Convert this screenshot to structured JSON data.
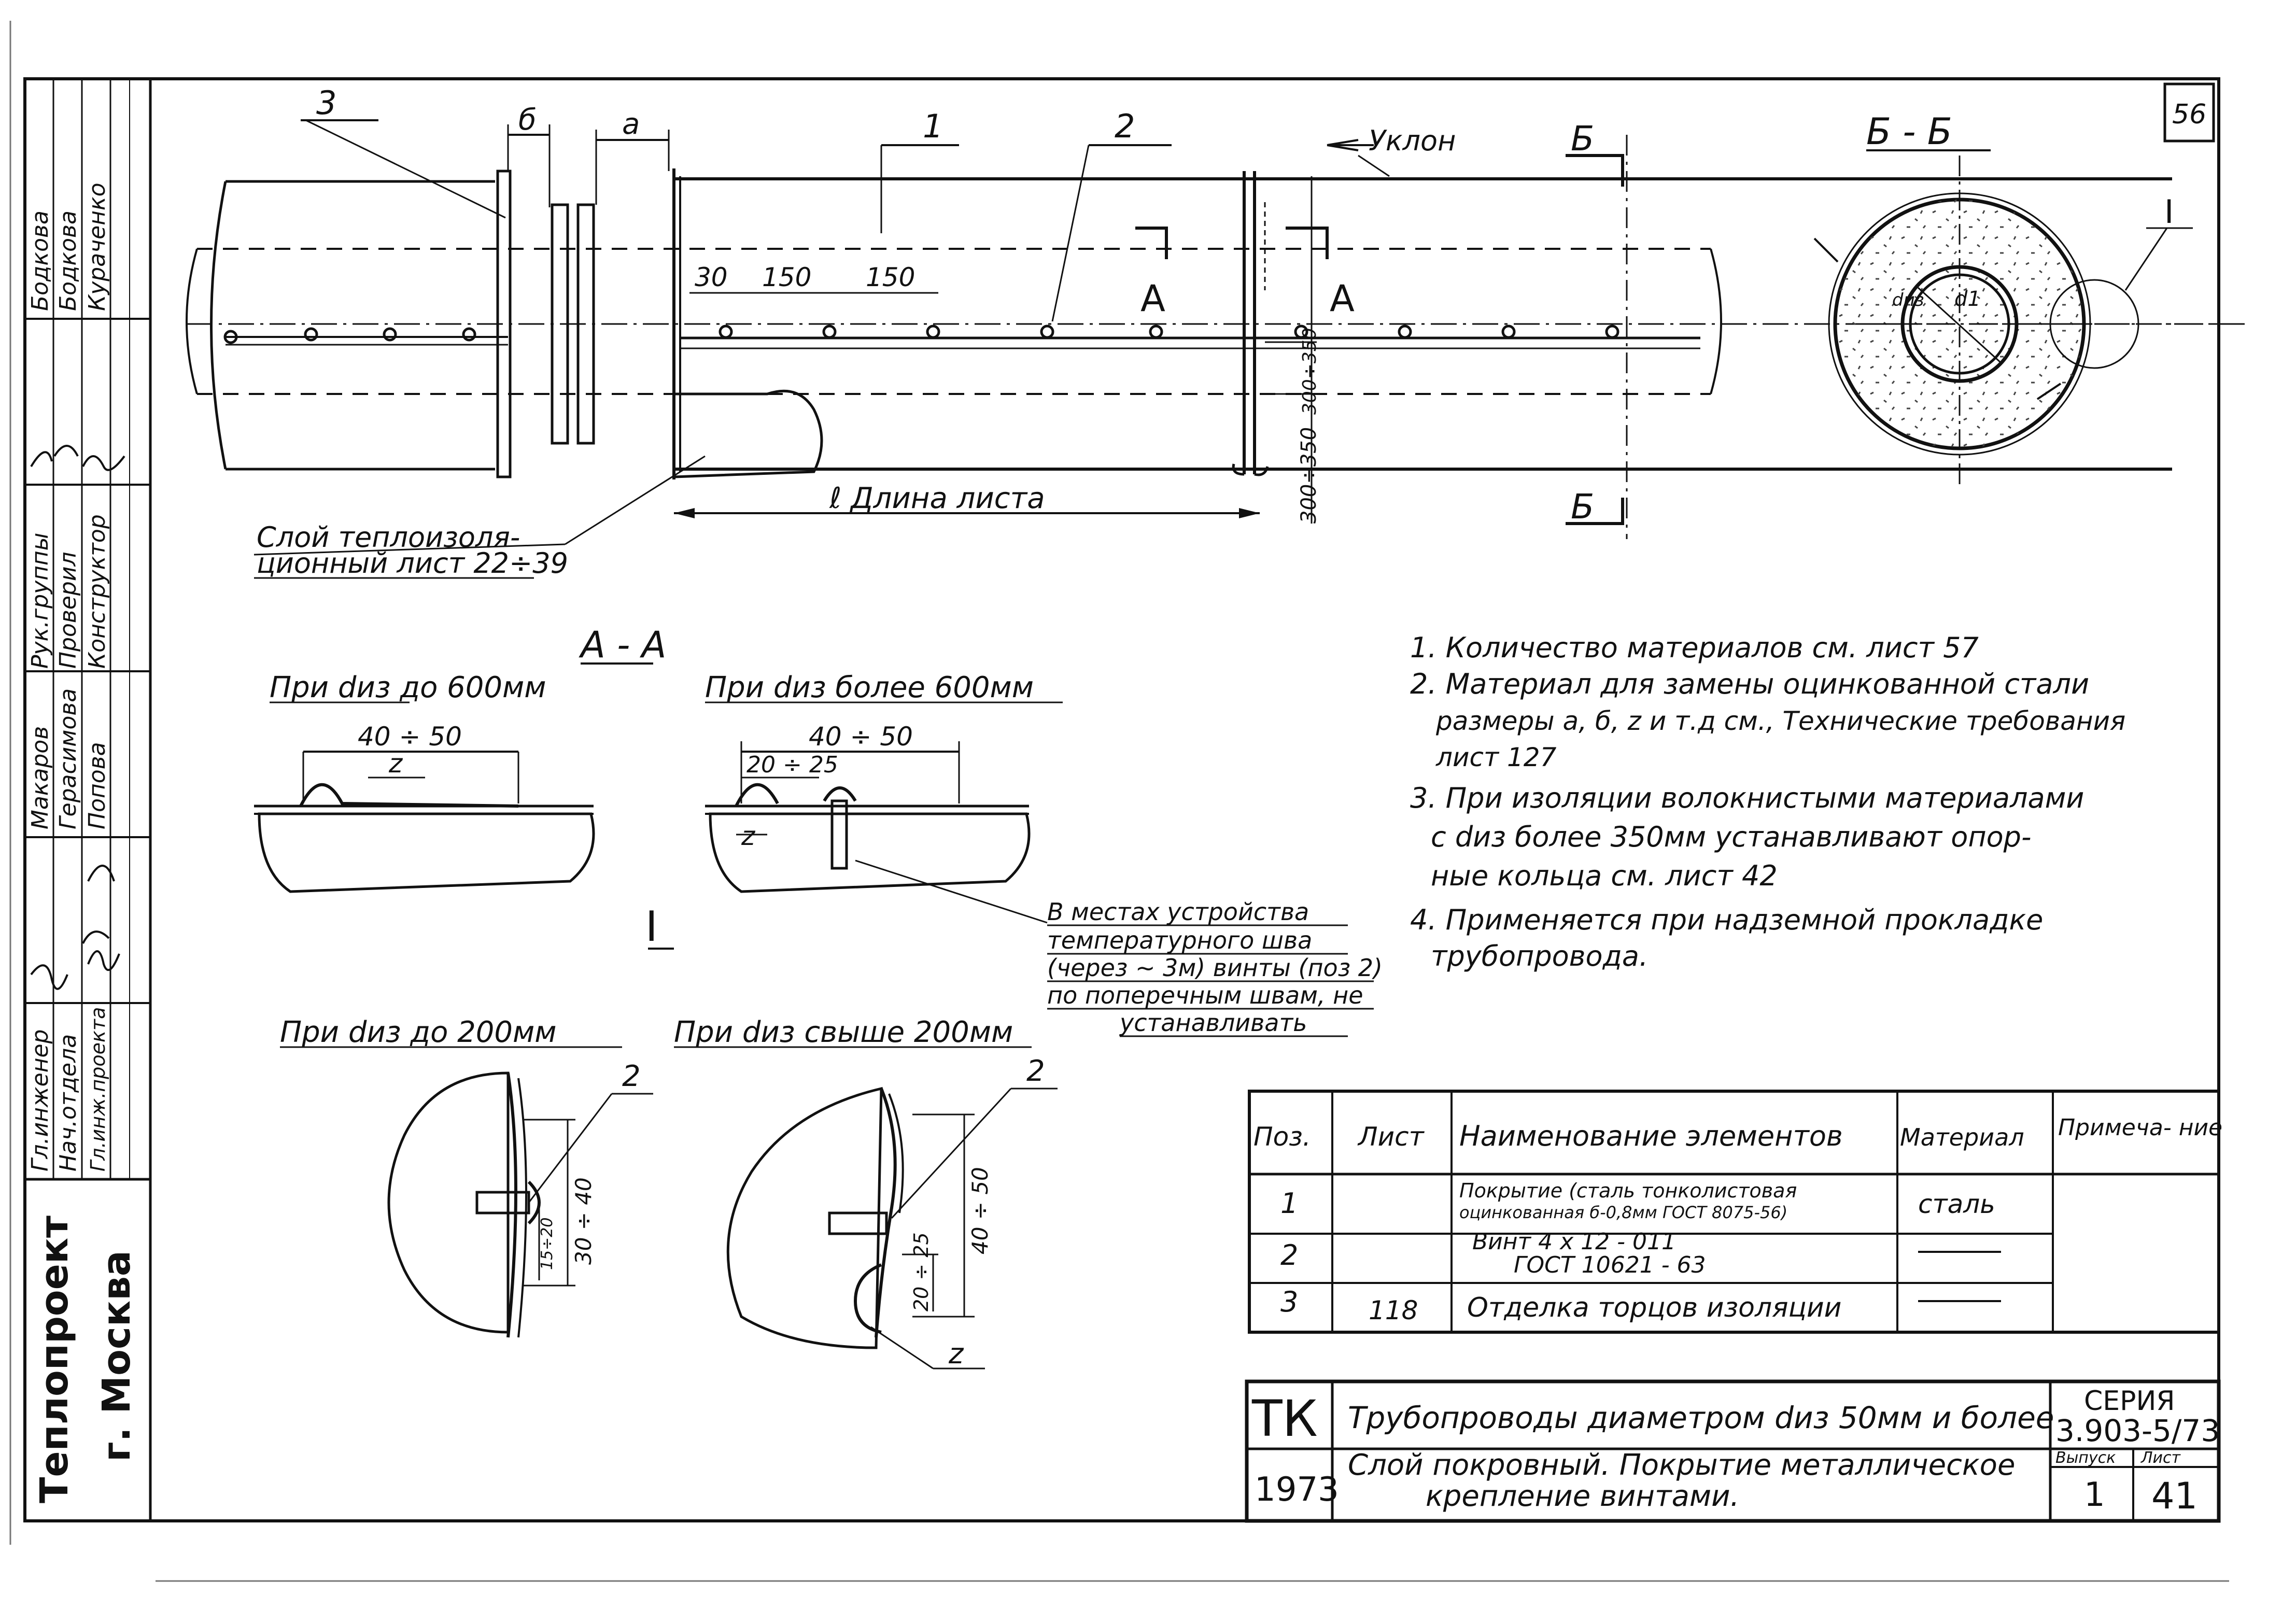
{
  "sheet": {
    "page_number": "56",
    "stamp_org": "Теплопроект",
    "stamp_city": "г. Москва"
  },
  "side_block": {
    "rows": [
      {
        "role": "Гл.инженер",
        "name": "",
        "sig": ""
      },
      {
        "role": "Нач.отдела",
        "name": "",
        "sig": ""
      },
      {
        "role": "Гл.инж.проекта",
        "name": "",
        "sig": ""
      },
      {
        "role": "Рук.группы",
        "name": "Макаров",
        "sig": ""
      },
      {
        "role": "Проверил",
        "name": "Герасимова",
        "sig": ""
      },
      {
        "role": "Конструктор",
        "name": "Попова",
        "sig": ""
      }
    ],
    "names_top": [
      "Бодкова",
      "Бодкова",
      "Кураченко"
    ]
  },
  "main_view": {
    "pos_3": "3",
    "pos_1": "1",
    "pos_2": "2",
    "dim_b": "б",
    "dim_a": "а",
    "dim_30": "30",
    "dim_150a": "150",
    "dim_150b": "150",
    "section_a_left": "А",
    "section_a_right": "А",
    "section_b_top": "Б",
    "section_b_bottom": "Б",
    "slope": "Уклон",
    "dim_300_350a": "300÷350",
    "dim_300_350b": "300÷350",
    "sheet_length": "ℓ Длина листа",
    "insulation_note_1": "Слой теплоизоля-",
    "insulation_note_2": "ционный лист 22÷39"
  },
  "section_bb": {
    "title": "Б - Б",
    "dims": "dиз",
    "d1": "d1",
    "detail_mark": "I"
  },
  "section_aa": {
    "title": "А - А",
    "left_caption": "При dиз до 600мм",
    "right_caption": "При dиз более 600мм",
    "left_dim": "40 ÷ 50",
    "right_dim": "40 ÷ 50",
    "right_dim_small": "20 ÷ 25",
    "z_label": "z",
    "z_label2": "z"
  },
  "detail_I": {
    "title": "I",
    "left_caption": "При dиз до 200мм",
    "right_caption": "При dиз свыше 200мм",
    "pos2_left": "2",
    "pos2_right": "2",
    "left_dim1": "30 ÷ 40",
    "left_dim2": "15÷20",
    "right_dim1": "40 ÷ 50",
    "right_dim2": "20 ÷ 25",
    "z_label": "z"
  },
  "seam_note": [
    "В местах устройства",
    "температурного шва",
    "(через ~ 3м) винты (поз 2)",
    "по поперечным швам, не",
    "устанавливать"
  ],
  "notes": [
    "1. Количество материалов см. лист 57",
    "2. Материал для замены оцинкованной стали",
    "размеры а, б, z и т.д см., Технические требования",
    "лист 127",
    "3. При изоляции волокнистыми материалами",
    "с dиз более 350мм устанавливают опор-",
    "ные кольца см. лист 42",
    "4. Применяется при надземной прокладке",
    "трубопровода."
  ],
  "spec_table": {
    "headers": [
      "Поз.",
      "Лист",
      "Наименование элементов",
      "Материал",
      "Примеча- ние"
    ],
    "rows": [
      {
        "pos": "1",
        "sheet": "",
        "name1": "Покрытие (сталь тонколистовая",
        "name2": "оцинкованная б-0,8мм ГОСТ 8075-56)",
        "material": "сталь",
        "note": ""
      },
      {
        "pos": "2",
        "sheet": "",
        "name1": "Винт 4 х 12 - 011",
        "name2": "ГОСТ 10621 - 63",
        "material": "—",
        "note": ""
      },
      {
        "pos": "3",
        "sheet": "118",
        "name1": "Отделка торцов изоляции",
        "name2": "",
        "material": "—",
        "note": ""
      }
    ]
  },
  "title_block": {
    "tk": "ТК",
    "year": "1973",
    "title1": "Трубопроводы диаметром dиз 50мм и более",
    "title2": "Слой покровный. Покрытие металлическое",
    "title3": "крепление винтами.",
    "series_label": "СЕРИЯ",
    "series": "3.903-5/73",
    "issue_label": "Выпуск",
    "issue": "1",
    "sheet_label": "Лист",
    "sheet": "41"
  }
}
